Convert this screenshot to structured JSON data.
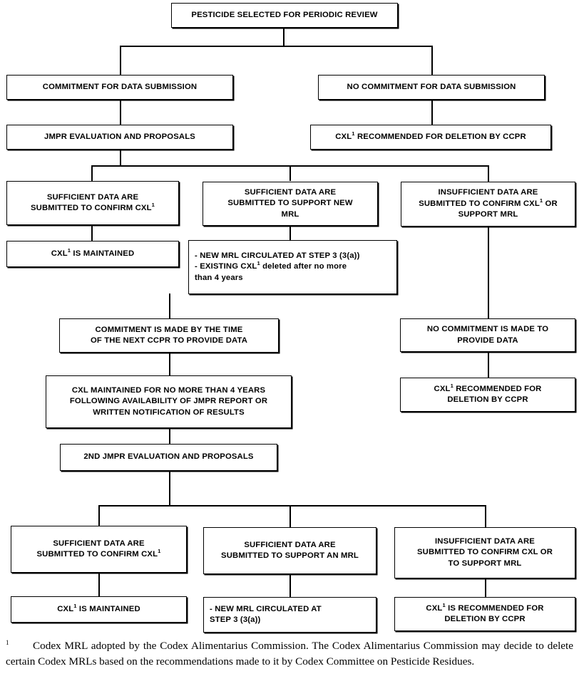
{
  "diagram": {
    "title": "Periodic review procedure flowchart for pesticide Codex MRLs",
    "nodes": {
      "n1": {
        "label": "PESTICIDE SELECTED FOR PERIODIC REVIEW"
      },
      "n2": {
        "label": "COMMITMENT FOR DATA SUBMISSION"
      },
      "n3": {
        "label": "NO COMMITMENT FOR DATA SUBMISSION"
      },
      "n4": {
        "label": "JMPR EVALUATION AND PROPOSALS"
      },
      "n5": {
        "pre": "CXL",
        "sup": "1",
        "post": " RECOMMENDED FOR DELETION BY CCPR"
      },
      "n6": {
        "pre": "SUFFICIENT DATA ARE\nSUBMITTED TO CONFIRM CXL",
        "sup": "1",
        "post": ""
      },
      "n7": {
        "label": "SUFFICIENT DATA ARE\nSUBMITTED TO SUPPORT NEW\nMRL"
      },
      "n8": {
        "pre": "INSUFFICIENT DATA ARE\nSUBMITTED TO CONFIRM CXL",
        "sup": "1",
        "post": " OR\nSUPPORT MRL"
      },
      "n9": {
        "pre": "CXL",
        "sup": "1",
        "post": " IS MAINTAINED"
      },
      "n10": {
        "pre": "- NEW MRL CIRCULATED AT STEP 3 (3(a))\n- EXISTING CXL",
        "sup": "1",
        "post": " deleted after no more\n   than 4 years"
      },
      "n11": {
        "label": "COMMITMENT IS MADE BY THE TIME\nOF THE NEXT CCPR TO PROVIDE DATA"
      },
      "n12": {
        "label": "NO COMMITMENT IS MADE TO\nPROVIDE DATA"
      },
      "n13": {
        "label": "CXL MAINTAINED FOR NO MORE THAN 4 YEARS\nFOLLOWING AVAILABILITY OF JMPR REPORT OR\nWRITTEN NOTIFICATION OF RESULTS"
      },
      "n14": {
        "pre": "CXL",
        "sup": "1",
        "post": " RECOMMENDED FOR\nDELETION BY CCPR"
      },
      "n15": {
        "label": "2ND JMPR EVALUATION AND PROPOSALS"
      },
      "n16": {
        "pre": "SUFFICIENT DATA ARE\nSUBMITTED TO CONFIRM CXL",
        "sup": "1",
        "post": ""
      },
      "n17": {
        "label": "SUFFICIENT DATA ARE\nSUBMITTED TO SUPPORT AN MRL"
      },
      "n18": {
        "label": "INSUFFICIENT DATA ARE\nSUBMITTED TO CONFIRM CXL OR\nTO SUPPORT MRL"
      },
      "n19": {
        "pre": "CXL",
        "sup": "1",
        "post": " IS MAINTAINED"
      },
      "n20": {
        "label": "-     NEW MRL CIRCULATED AT\n      STEP 3 (3(a))"
      },
      "n21": {
        "pre": "CXL",
        "sup": "1",
        "post": " IS RECOMMENDED FOR\nDELETION BY CCPR"
      }
    }
  },
  "footnote": {
    "mark": "1",
    "text": "Codex MRL adopted by the Codex Alimentarius Commission.  The Codex Alimentarius Commission may decide to delete certain Codex MRLs based on the recommendations made to it by Codex Committee on Pesticide Residues."
  },
  "colors": {
    "ink": "#000000",
    "paper": "#ffffff"
  }
}
